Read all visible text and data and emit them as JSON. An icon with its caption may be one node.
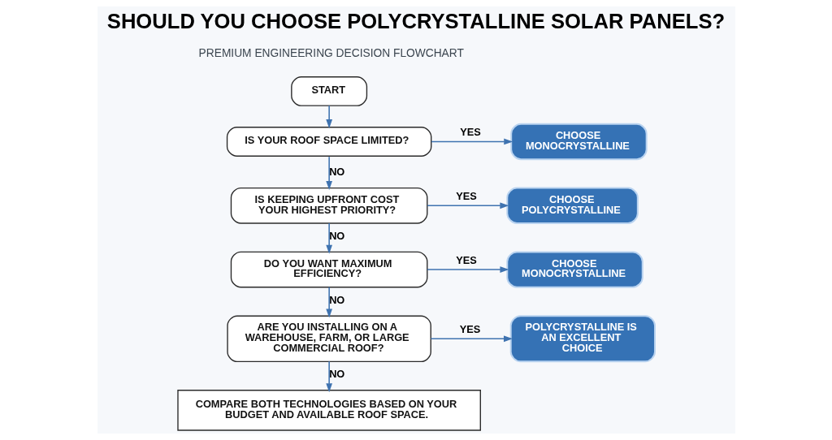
{
  "diagram": {
    "title": "SHOULD YOU CHOOSE POLYCRYSTALLINE SOLAR PANELS?",
    "nodes": [
      {
        "text": [
          "START"
        ]
      },
      {
        "text": [
          "IS YOUR ROOF SPACE LIMITED?"
        ]
      },
      {
        "text": [
          "CHOOSE MONOCRYSTALLINE"
        ]
      },
      {
        "text": [
          "IS KEEPING UPFRONT COST YOUR HIGHEST PRIORITY?"
        ]
      },
      {
        "text": [
          "CHOOSE POLYCRYSTALLINE"
        ]
      },
      {
        "text": [
          "DO YOU WANT MAXIMUM EFFICIENCY?"
        ]
      },
      {
        "text": [
          "CHOOSE MONOCRYSTALLINE"
        ]
      },
      {
        "text": [
          "ARE YOU INSTALLING ON A WAREHOUSE, FARM, OR LARGE COMMERCIAL ROOF?"
        ]
      },
      {
        "text": [
          "POLYCRYSTALLINE IS AN EXCELLENT CHOICE"
        ]
      },
      {
        "text": [
          "COMPARE BOTH TECHNOLOGIES BASED ON YOUR BUDGET AND AVAILABLE ROOF SPACE."
        ]
      }
    ],
    "edges": [
      {
        "from": 0,
        "to": 1,
        "arrow": "to"
      },
      {
        "from": 1,
        "to": 2,
        "arrow": "to",
        "label": "YES"
      },
      {
        "from": 1,
        "to": 3,
        "arrow": "to",
        "label": "NO"
      },
      {
        "from": 3,
        "to": 4,
        "arrow": "to",
        "label": "YES"
      },
      {
        "from": 3,
        "to": 5,
        "arrow": "to",
        "label": "NO"
      },
      {
        "from": 5,
        "to": 6,
        "arrow": "to",
        "label": "YES"
      },
      {
        "from": 5,
        "to": 7,
        "arrow": "to",
        "label": "NO"
      },
      {
        "from": 7,
        "to": 8,
        "arrow": "to",
        "label": "YES"
      },
      {
        "from": 7,
        "to": 9,
        "arrow": "to",
        "label": "NO"
      }
    ],
    "labels": [
      "PREMIUM ENGINEERING DECISION FLOWCHART"
    ]
  }
}
